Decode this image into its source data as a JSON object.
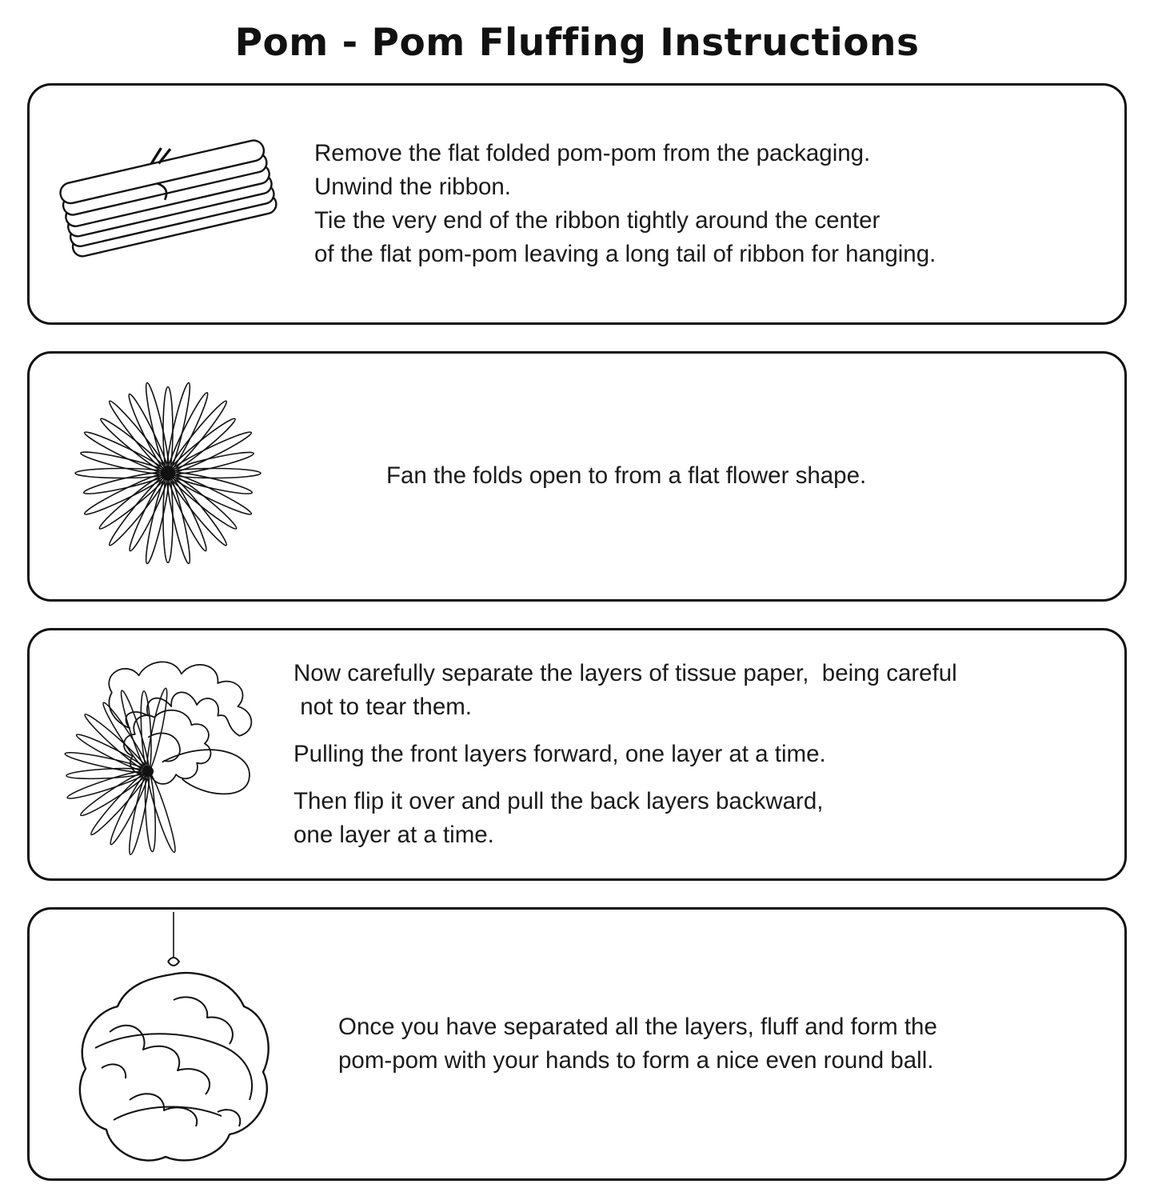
{
  "page": {
    "title": "Pom - Pom Fluffing Instructions"
  },
  "colors": {
    "ink": "#111111",
    "text": "#1a1a1a",
    "background": "#ffffff"
  },
  "steps": [
    {
      "name": "step-1",
      "illustration": "flat-folded-pom-pom-icon",
      "paragraphs": [
        [
          "Remove the flat folded pom-pom from the packaging."
        ],
        [
          "Unwind the ribbon."
        ],
        [
          "Tie the very end of the ribbon tightly around the center",
          "of the flat pom-pom leaving a long tail of ribbon for hanging."
        ]
      ]
    },
    {
      "name": "step-2",
      "illustration": "fanned-flat-flower-icon",
      "paragraphs": [
        [
          "Fan the folds open to from a flat flower shape."
        ]
      ]
    },
    {
      "name": "step-3",
      "illustration": "half-fluffed-pom-pom-icon",
      "paragraphs": [
        [
          "Now carefully separate the layers of tissue paper,  being careful",
          " not to tear them."
        ],
        [
          "Pulling the front layers forward, one layer at a time."
        ],
        [
          "Then flip it over and pull the back layers backward,",
          "one layer at a time."
        ]
      ]
    },
    {
      "name": "step-4",
      "illustration": "round-pom-pom-ball-icon",
      "paragraphs": [
        [
          "Once you have separated all the layers, fluff and form the",
          "pom-pom with your hands to form a nice even round ball."
        ]
      ]
    }
  ]
}
